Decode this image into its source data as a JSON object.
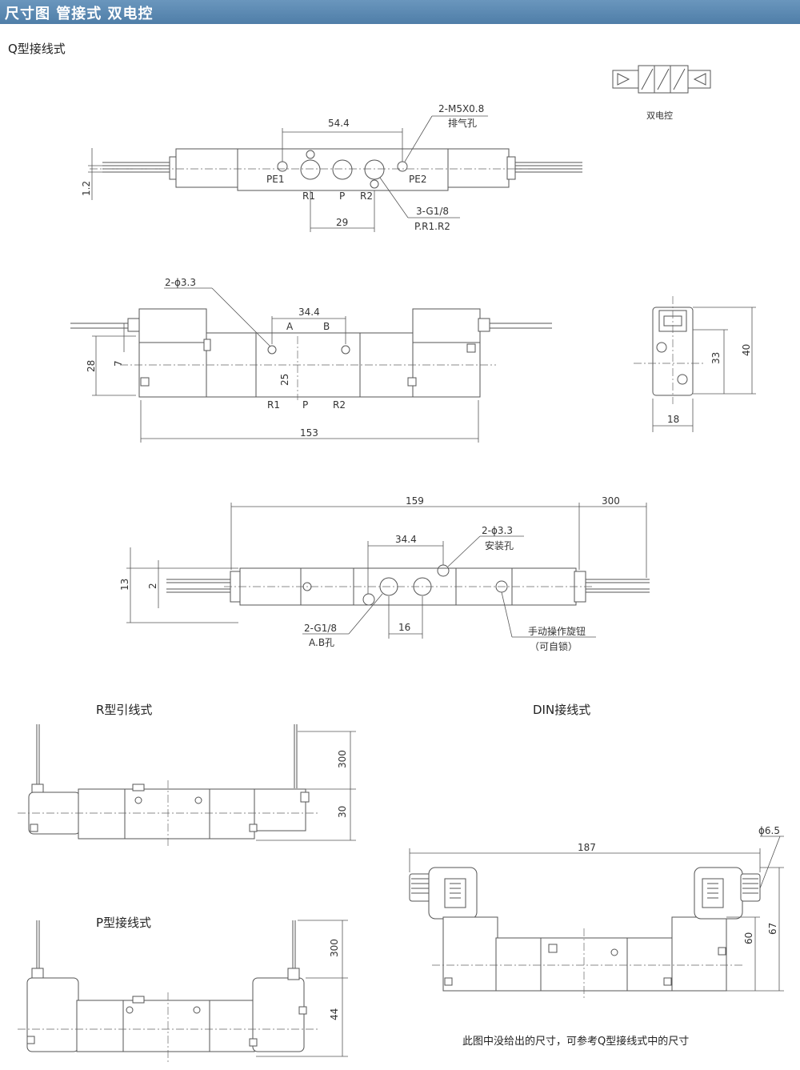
{
  "header": {
    "title": "尺寸图  管接式  双电控"
  },
  "sections": {
    "q_type": "Q型接线式",
    "r_type": "R型引线式",
    "din_type": "DIN接线式",
    "p_type": "P型接线式"
  },
  "symbol": {
    "caption": "双电控"
  },
  "top_view": {
    "dims": {
      "overall_pe": "54.4",
      "port_pitch": "29",
      "lead": "1.2"
    },
    "callouts": {
      "exhaust_spec": "2-M5X0.8",
      "exhaust_name": "排气孔",
      "port_spec": "3-G1/8",
      "port_name": "P.R1.R2"
    },
    "ports": {
      "pe1": "PE1",
      "pe2": "PE2",
      "r1": "R1",
      "p": "P",
      "r2": "R2"
    }
  },
  "front_view": {
    "dims": {
      "ab_pitch": "34.4",
      "height": "28",
      "offset": "7",
      "center": "25",
      "length": "153"
    },
    "callout": "2-ϕ3.3",
    "ports": {
      "a": "A",
      "b": "B",
      "r1": "R1",
      "p": "P",
      "r2": "R2"
    }
  },
  "side_view": {
    "dims": {
      "h33": "33",
      "h40": "40",
      "w18": "18"
    }
  },
  "bottom_view": {
    "dims": {
      "length": "159",
      "lead": "300",
      "pitch": "34.4",
      "h13": "13",
      "h2": "2",
      "p16": "16"
    },
    "callouts": {
      "mount_spec": "2-ϕ3.3",
      "mount_name": "安装孔",
      "port_spec": "2-G1/8",
      "port_name": "A.B孔",
      "manual_name": "手动操作旋钮",
      "manual_note": "（可自锁）"
    }
  },
  "r_view": {
    "dims": {
      "lead": "300",
      "height": "30"
    }
  },
  "p_view": {
    "dims": {
      "lead": "300",
      "height": "44"
    }
  },
  "din_view": {
    "dims": {
      "length": "187",
      "cable": "ϕ6.5",
      "h60": "60",
      "h67": "67"
    }
  },
  "footnote": "此图中没给出的尺寸，可参考Q型接线式中的尺寸"
}
